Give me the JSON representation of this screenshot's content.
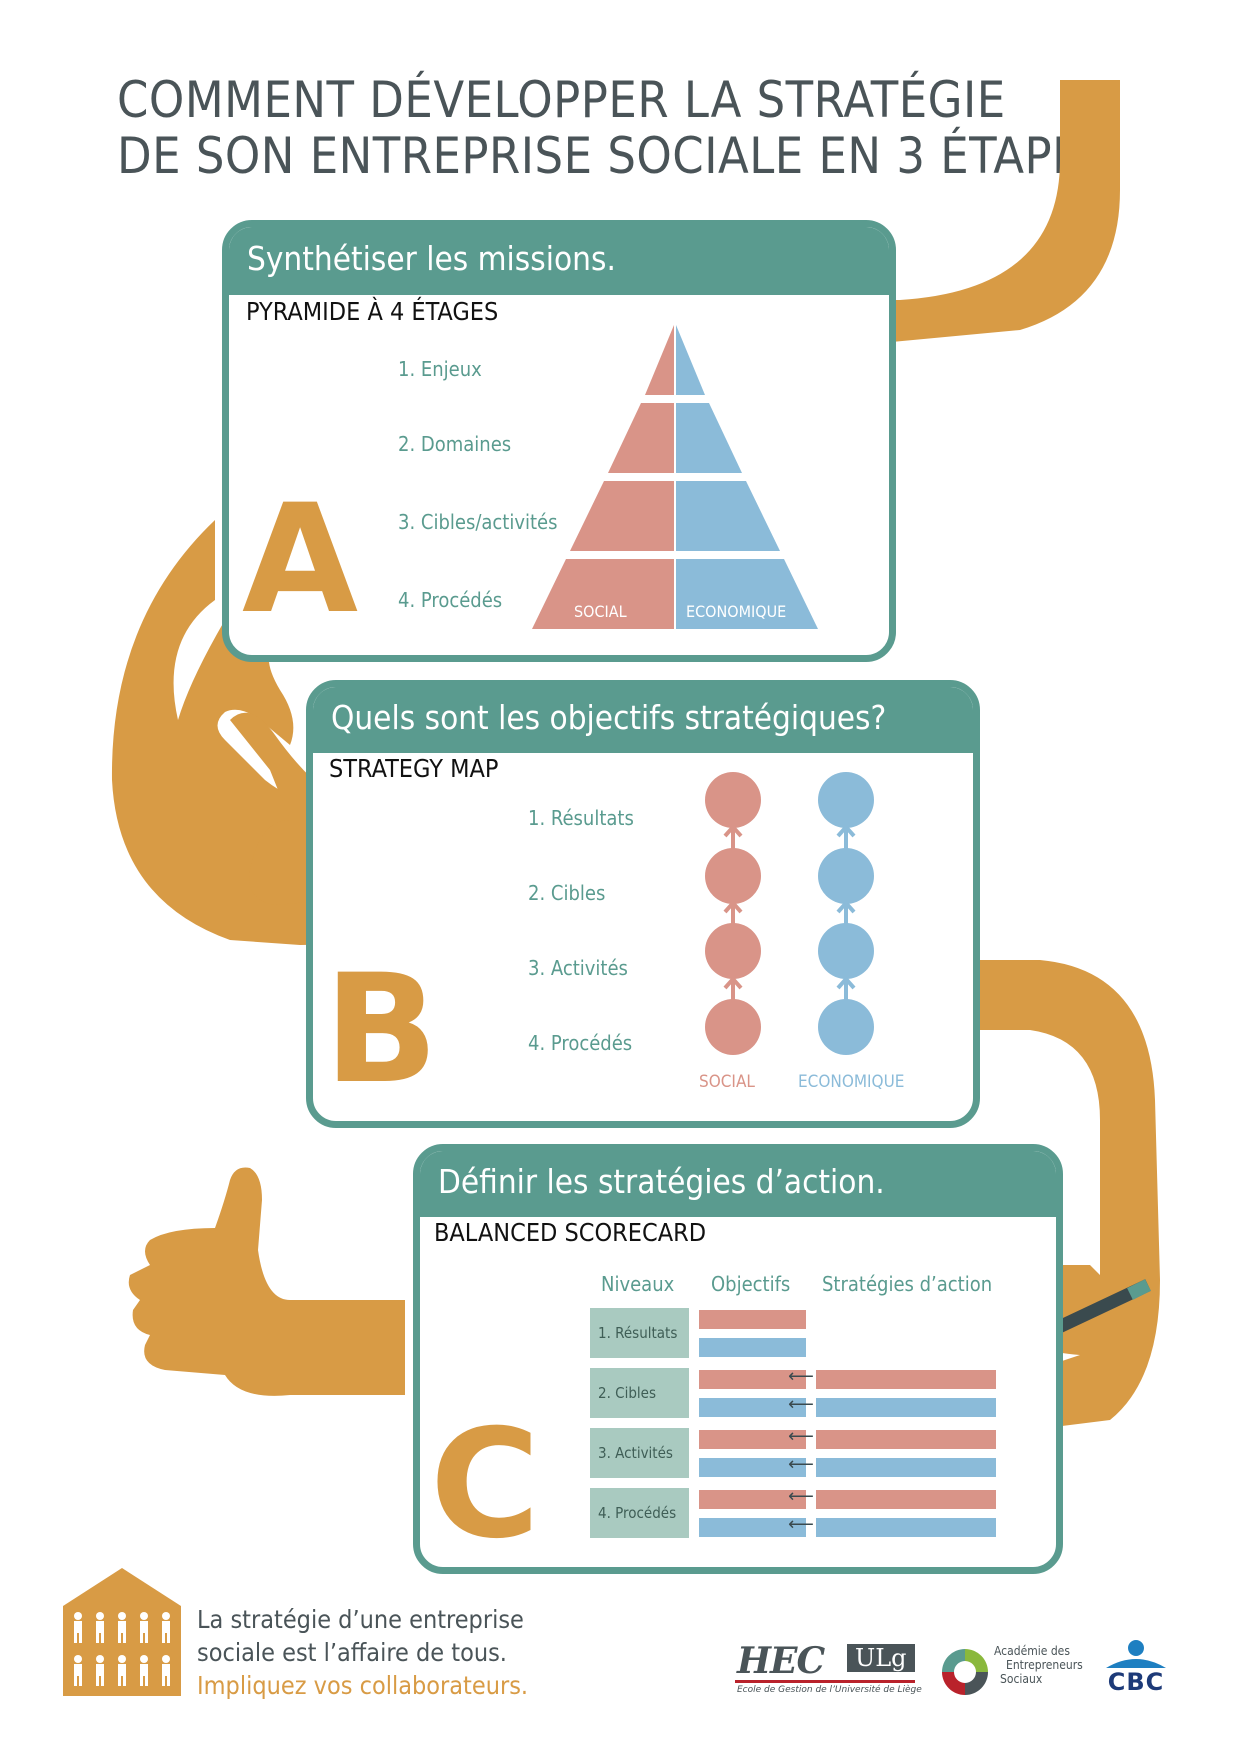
{
  "title": {
    "line1": "COMMENT DÉVELOPPER LA STRATÉGIE",
    "line2": "DE SON ENTREPRISE SOCIALE EN 3 ÉTAPES"
  },
  "colors": {
    "teal": "#5a9b8f",
    "orange": "#d89b45",
    "pink": "#d99488",
    "blue": "#8bbbd9",
    "dark": "#4a5458"
  },
  "step_a": {
    "letter": "A",
    "heading": "Synthétiser les missions.",
    "subtitle": "PYRAMIDE À 4 ÉTAGES",
    "levels": [
      "1. Enjeux",
      "2. Domaines",
      "3. Cibles/activités",
      "4. Procédés"
    ],
    "social_label": "SOCIAL",
    "economic_label": "ECONOMIQUE"
  },
  "step_b": {
    "letter": "B",
    "heading": "Quels sont les objectifs stratégiques?",
    "subtitle": "STRATEGY MAP",
    "levels": [
      "1. Résultats",
      "2. Cibles",
      "3. Activités",
      "4. Procédés"
    ],
    "social_label": "SOCIAL",
    "economic_label": "ECONOMIQUE"
  },
  "step_c": {
    "letter": "C",
    "heading": "Définir les stratégies d’action.",
    "subtitle": "BALANCED SCORECARD",
    "columns": [
      "Niveaux",
      "Objectifs",
      "Stratégies d’action"
    ],
    "levels": [
      "1. Résultats",
      "2. Cibles",
      "3. Activités",
      "4. Procédés"
    ],
    "arrow": "⟵"
  },
  "footer": {
    "line1": "La stratégie d’une entreprise",
    "line2": "sociale est l’affaire de tous.",
    "line3": "Impliquez vos collaborateurs."
  },
  "logos": {
    "hec_main": "HEC",
    "hec_sub": "ULg",
    "hec_caption": "Ecole de Gestion de l’Université de Liège",
    "academie_line1": "Académie des",
    "academie_line2": "Entrepreneurs",
    "academie_line3": "Sociaux",
    "cbc": "CBC"
  }
}
